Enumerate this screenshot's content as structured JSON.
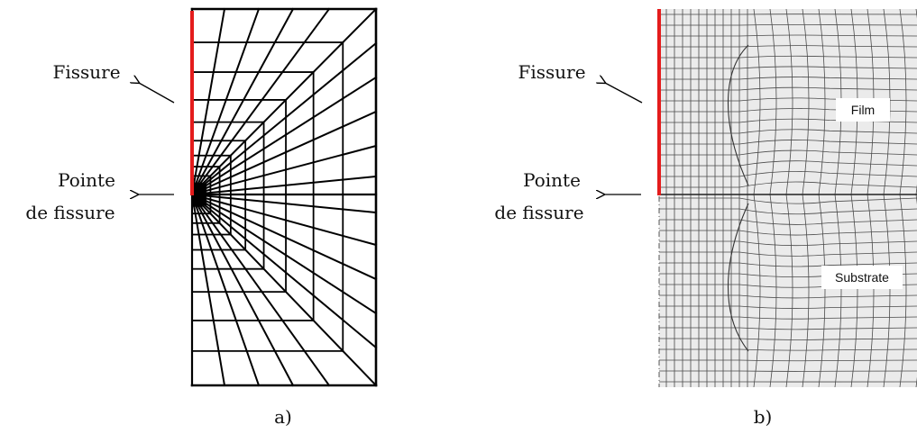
{
  "colors": {
    "crack": "#e41c1c",
    "mesh_a": "#000000",
    "mesh_b": "#4a4a4a",
    "film_bg": "#ebebeb"
  },
  "panel_a": {
    "crack_label": "Fissure",
    "tip_label_1": "Pointe",
    "tip_label_2": "de fissure",
    "caption": "a)"
  },
  "panel_b": {
    "crack_label": "Fissure",
    "tip_label_1": "Pointe",
    "tip_label_2": "de fissure",
    "film_label": "Film",
    "substrate_label": "Substrate",
    "caption": "b)"
  }
}
